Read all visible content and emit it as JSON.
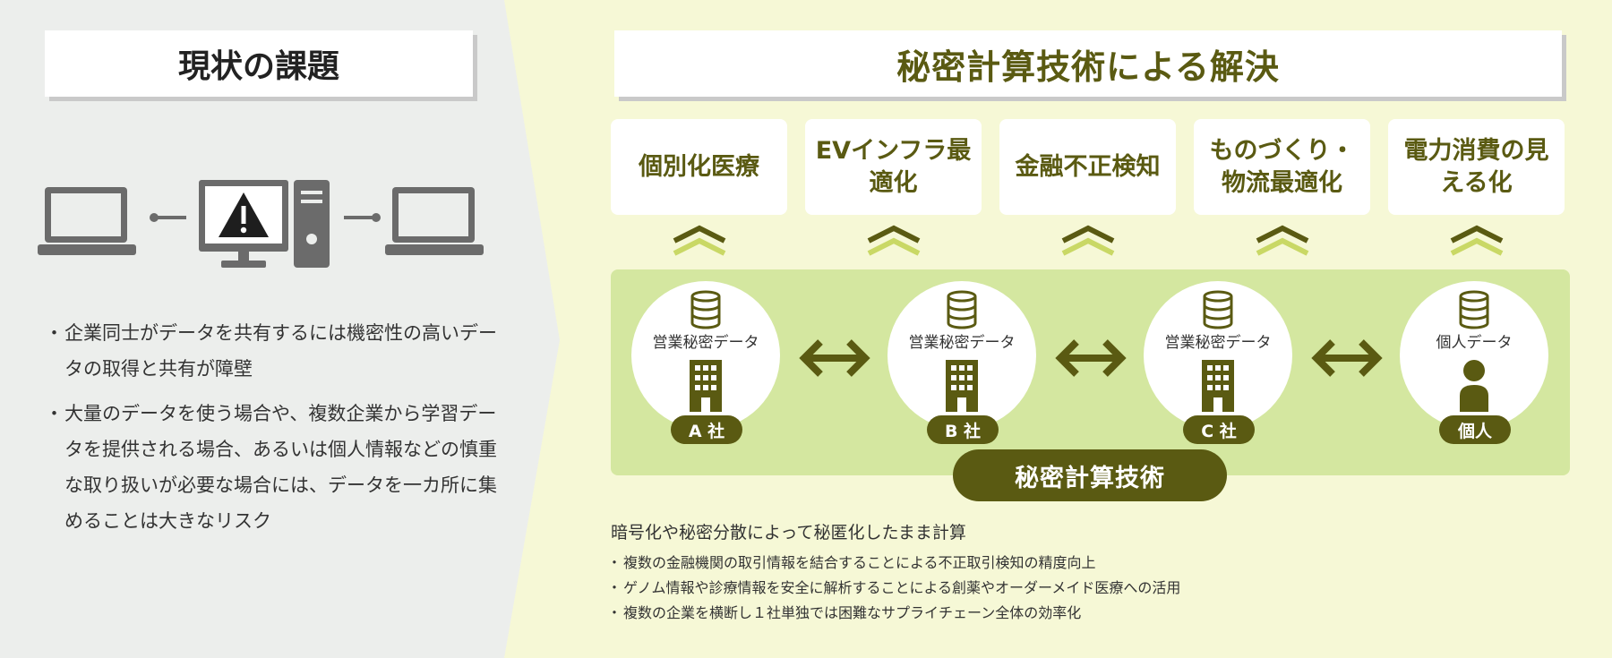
{
  "left": {
    "title": "現状の課題",
    "bullets": [
      "企業同士がデータを共有するには機密性の高いデータの取得と共有が障壁",
      "大量のデータを使う場合や、複数企業から学習データを提供される場合、あるいは個人情報などの慎重な取り扱いが必要な場合には、データを一カ所に集めることは大きなリスク"
    ],
    "icons": [
      "laptop-icon",
      "warning-monitor-icon",
      "tower-icon",
      "laptop-icon"
    ]
  },
  "right": {
    "title": "秘密計算技術による解決",
    "use_cases": [
      "個別化医療",
      "EVインフラ最適化",
      "金融不正検知",
      "ものづくり・物流最適化",
      "電力消費の見える化"
    ],
    "nodes": [
      {
        "label": "営業秘密データ",
        "badge": "A 社",
        "icon": "building-icon"
      },
      {
        "label": "営業秘密データ",
        "badge": "B 社",
        "icon": "building-icon"
      },
      {
        "label": "営業秘密データ",
        "badge": "C 社",
        "icon": "building-icon"
      },
      {
        "label": "個人データ",
        "badge": "個人",
        "icon": "person-icon"
      }
    ],
    "tech_label": "秘密計算技術",
    "summary": "暗号化や秘密分散によって秘匿化したまま計算",
    "bullets": [
      "複数の金融機関の取引情報を結合することによる不正取引検知の精度向上",
      "ゲノム情報や診療情報を安全に解析することによる創薬やオーダーメイド医療への活用",
      "複数の企業を横断し１社単独では困難なサプライチェーン全体の効率化"
    ]
  },
  "colors": {
    "accent_dark": "#5a5a12",
    "band_green": "#d4e7a0",
    "chevron_light": "#c9d865",
    "icon_gray": "#6b6b6b",
    "left_bg": "#eceeec",
    "right_bg": "#f6f8d6"
  }
}
